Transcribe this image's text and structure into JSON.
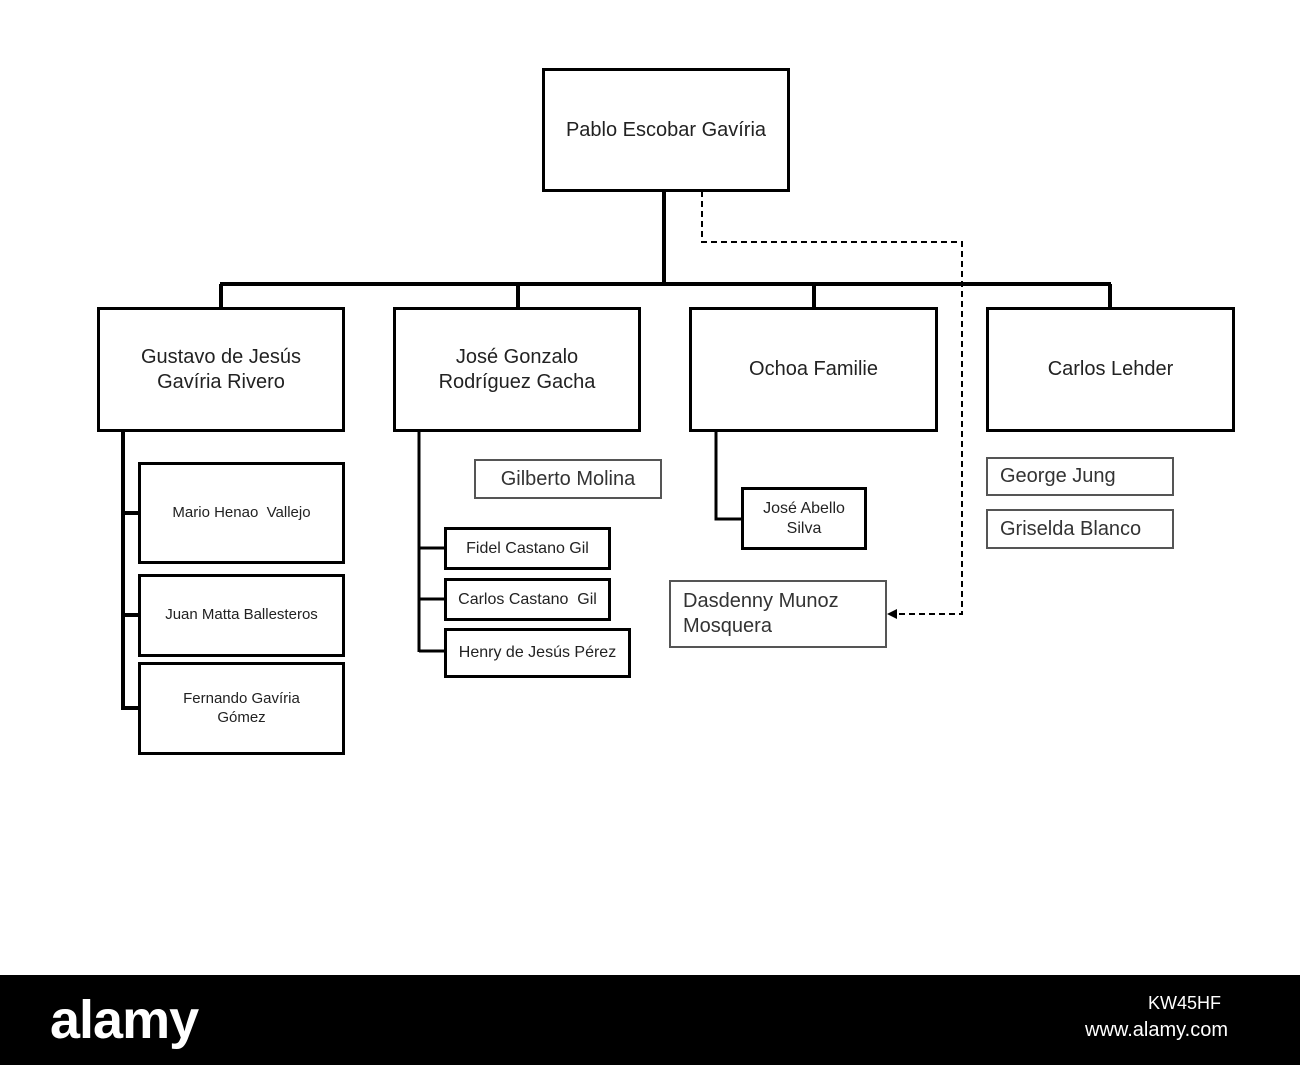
{
  "nodes": {
    "root": "Pablo Escobar Gavíria",
    "gustavo_1": "Gustavo de Jesús",
    "gustavo_2": "Gavíria Rivero",
    "gonzalo_1": "José Gonzalo",
    "gonzalo_2": "Rodríguez Gacha",
    "ochoa": "Ochoa Familie",
    "lehder": "Carlos Lehder",
    "mario": "Mario Henao  Vallejo",
    "juan": "Juan Matta Ballesteros",
    "fernando_1": "Fernando Gavíria",
    "fernando_2": "Gómez",
    "gilberto": "Gilberto Molina",
    "fidel": "Fidel Castano Gil",
    "carlos_castano": "Carlos Castano  Gil",
    "henry": "Henry de Jesús Pérez",
    "abello_1": "José Abello",
    "abello_2": "Silva",
    "dasdenny_1": "Dasdenny Munoz",
    "dasdenny_2": "Mosquera",
    "george": "George Jung",
    "griselda": "Griselda Blanco"
  },
  "footer": {
    "logo": "alamy",
    "image_id": "KW45HF",
    "url": "www.alamy.com"
  },
  "colors": {
    "line": "#000000",
    "footer_bg": "#000000",
    "footer_text": "#ffffff"
  }
}
